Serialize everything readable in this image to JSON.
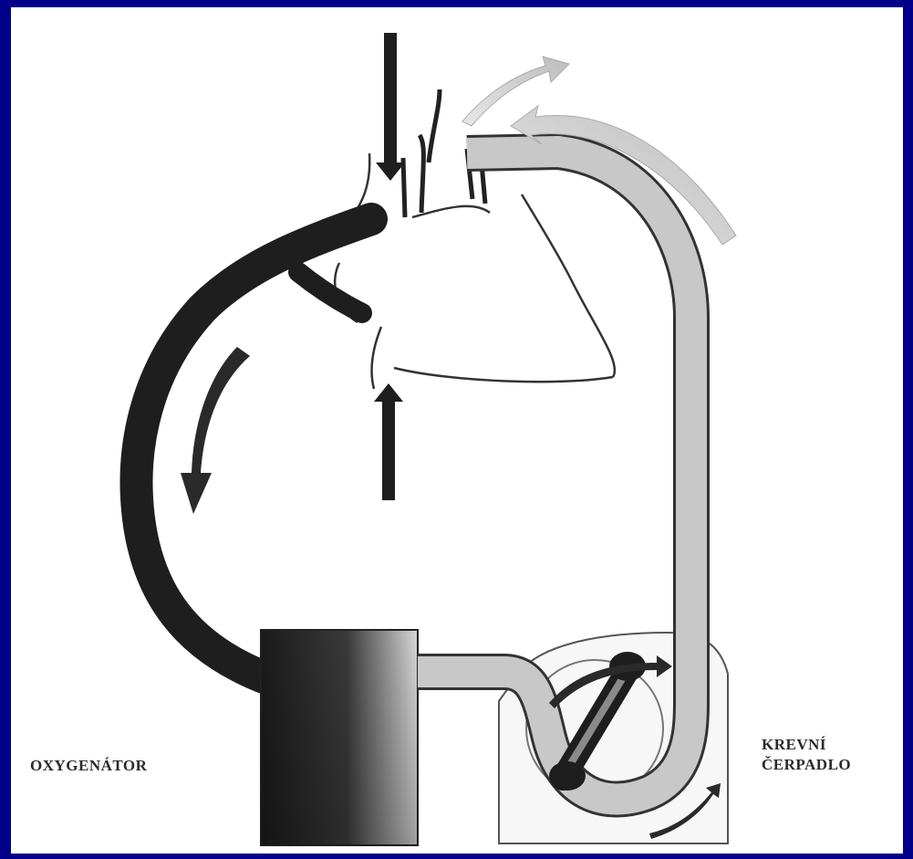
{
  "labels": {
    "oxygenator": "OXYGENÁTOR",
    "pump_line1": "KREVNÍ",
    "pump_line2": "ČERPADLO"
  },
  "colors": {
    "frame": "#00008B",
    "panel": "#ffffff",
    "venous_blood": "#1e1e1e",
    "arterial_tube": "#c8c8c8",
    "outline": "#333333",
    "flow_arrow_light": "#cfcfcf"
  },
  "icons": [
    "heart-outline",
    "venous-cannula",
    "arterial-cannula",
    "oxygenator-block",
    "roller-pump",
    "flow-arrow"
  ]
}
